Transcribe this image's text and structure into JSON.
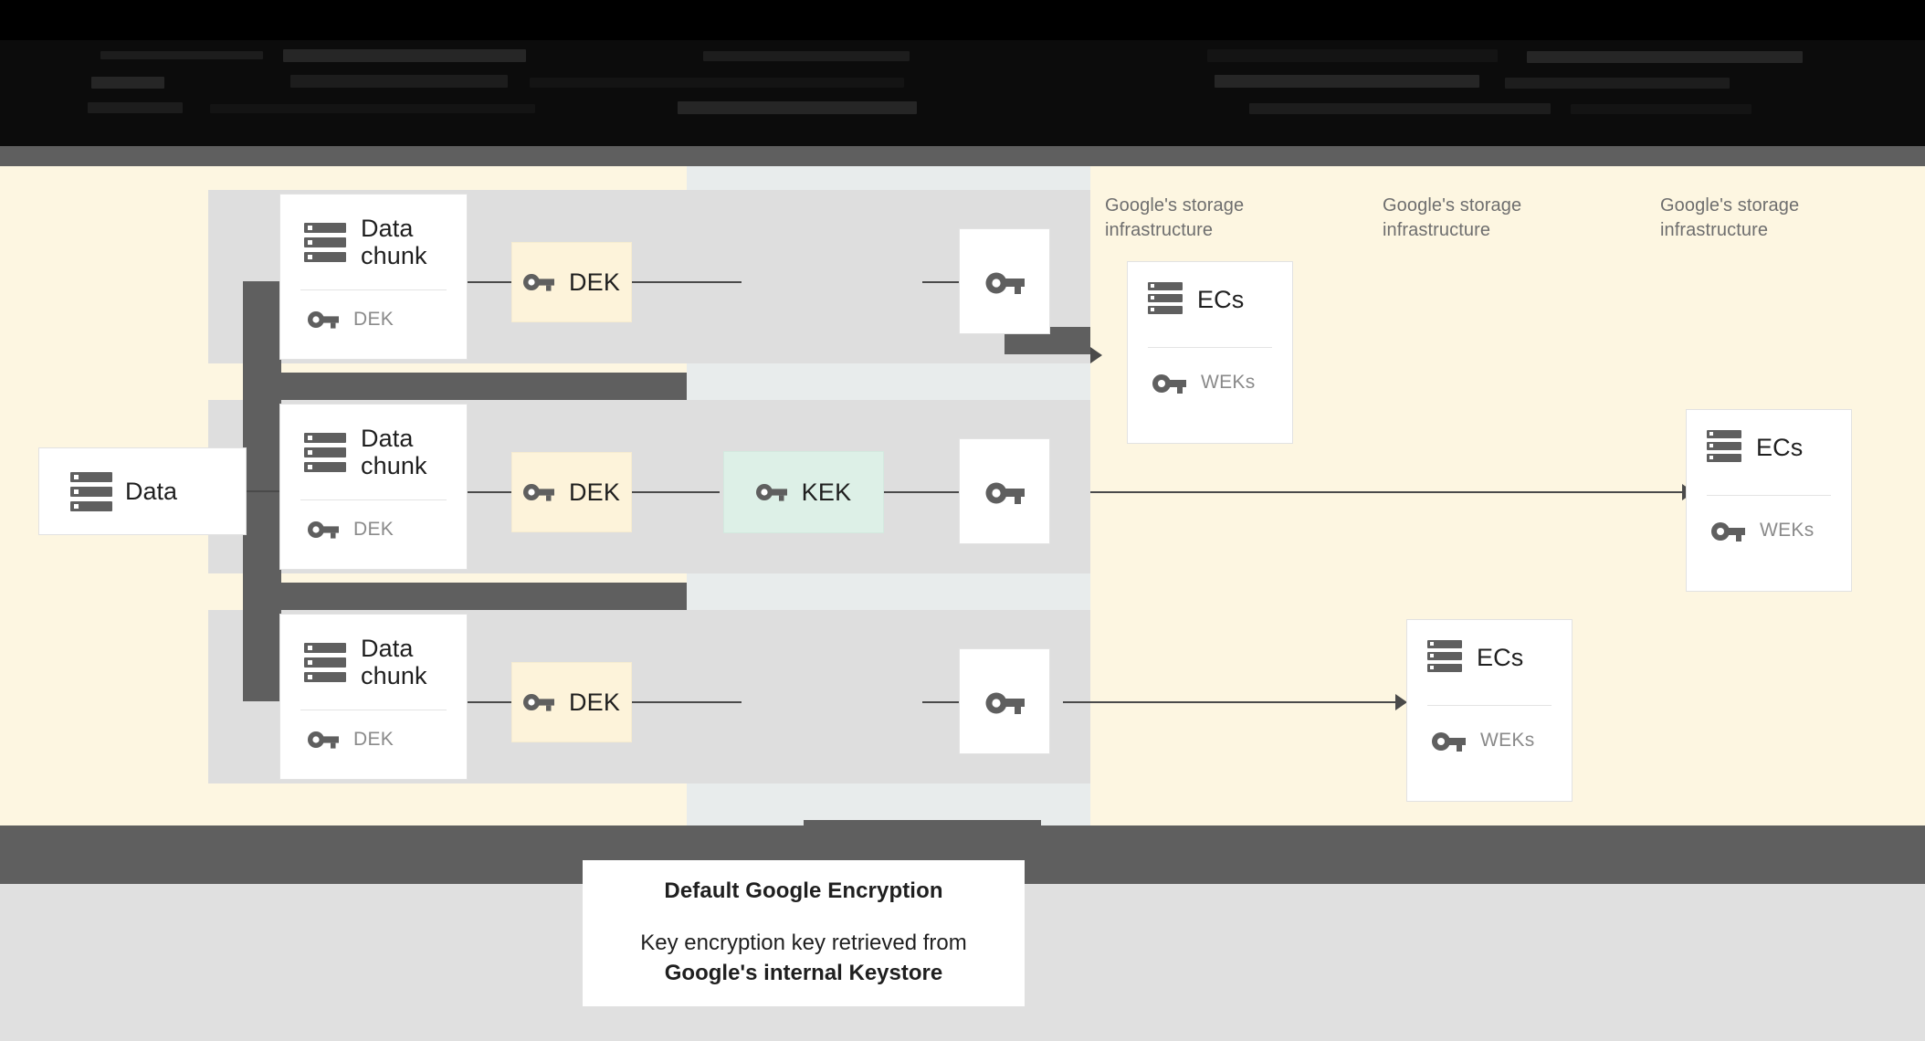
{
  "header": {
    "obscured": true,
    "note": "top banner text is rendered dark-on-black and is illegible"
  },
  "diagram": {
    "source_card": {
      "title": "Data",
      "icon": "server-icon"
    },
    "chunk_cards": [
      {
        "title": "Data chunk",
        "icon": "server-icon",
        "key_label": "DEK",
        "key_icon": "key-icon"
      },
      {
        "title": "Data chunk",
        "icon": "server-icon",
        "key_label": "DEK",
        "key_icon": "key-icon"
      },
      {
        "title": "Data chunk",
        "icon": "server-icon",
        "key_label": "DEK",
        "key_icon": "key-icon"
      }
    ],
    "dek_boxes": [
      {
        "label": "DEK",
        "icon": "key-icon"
      },
      {
        "label": "DEK",
        "icon": "key-icon"
      },
      {
        "label": "DEK",
        "icon": "key-icon"
      }
    ],
    "kek_box": {
      "label": "KEK",
      "icon": "key-icon"
    },
    "wrapped_key_boxes": [
      {
        "icon": "key-icon"
      },
      {
        "icon": "key-icon"
      },
      {
        "icon": "key-icon"
      }
    ],
    "storage_labels": [
      "Google's storage\ninfrastructure",
      "Google's storage\ninfrastructure",
      "Google's storage\ninfrastructure"
    ],
    "ec_cards": [
      {
        "title": "ECs",
        "icon": "server-icon",
        "key_label": "WEKs",
        "key_icon": "key-icon"
      },
      {
        "title": "ECs",
        "icon": "server-icon",
        "key_label": "WEKs",
        "key_icon": "key-icon"
      },
      {
        "title": "ECs",
        "icon": "server-icon",
        "key_label": "WEKs",
        "key_icon": "key-icon"
      }
    ]
  },
  "caption": {
    "heading": "Default Google Encryption",
    "body_line1": "Key encryption key retrieved from",
    "body_line2": "Google's internal Keystore"
  },
  "colors": {
    "band_cream": "#fdf6e1",
    "band_gray": "#e8ecec",
    "row_strip": "#dedede",
    "connector_dark": "#5f5f5f",
    "dek_fill": "#fdf3da",
    "kek_fill": "#ddf0e7",
    "card_fill": "#ffffff",
    "text_dark": "#1f1f1f",
    "text_muted": "#8a8a8a",
    "store_label": "#6e6e6e",
    "footer_bg": "#e0e0e0"
  }
}
